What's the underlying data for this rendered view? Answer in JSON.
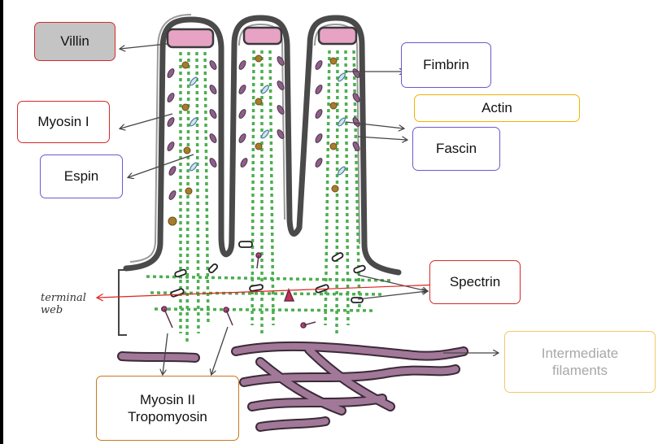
{
  "labels": {
    "villin": "Villin",
    "myosin_i": "Myosin I",
    "espin": "Espin",
    "fimbrin": "Fimbrin",
    "actin": "Actin",
    "fascin": "Fascin",
    "spectrin": "Spectrin",
    "intermediate_filaments": "Intermediate\nfilaments",
    "myosin_ii_tropomyosin": "Myosin II\nTropomyosin",
    "terminal_web": "terminal\nweb"
  },
  "colors": {
    "red_outline": "#d42a2a",
    "purple_outline": "#6a5acd",
    "orange_outline": "#f0b400",
    "brown_outline": "#c8781e",
    "light_orange_outline": "#f3c865",
    "villin_fill": "#c4c4c4",
    "actin_green": "#4caf50",
    "villus_cap_pink": "#e7a3c4",
    "filament_purple": "#a27898",
    "membrane_gray": "#555555",
    "label_text": "#111111",
    "faded_text": "#a8a8a8"
  }
}
